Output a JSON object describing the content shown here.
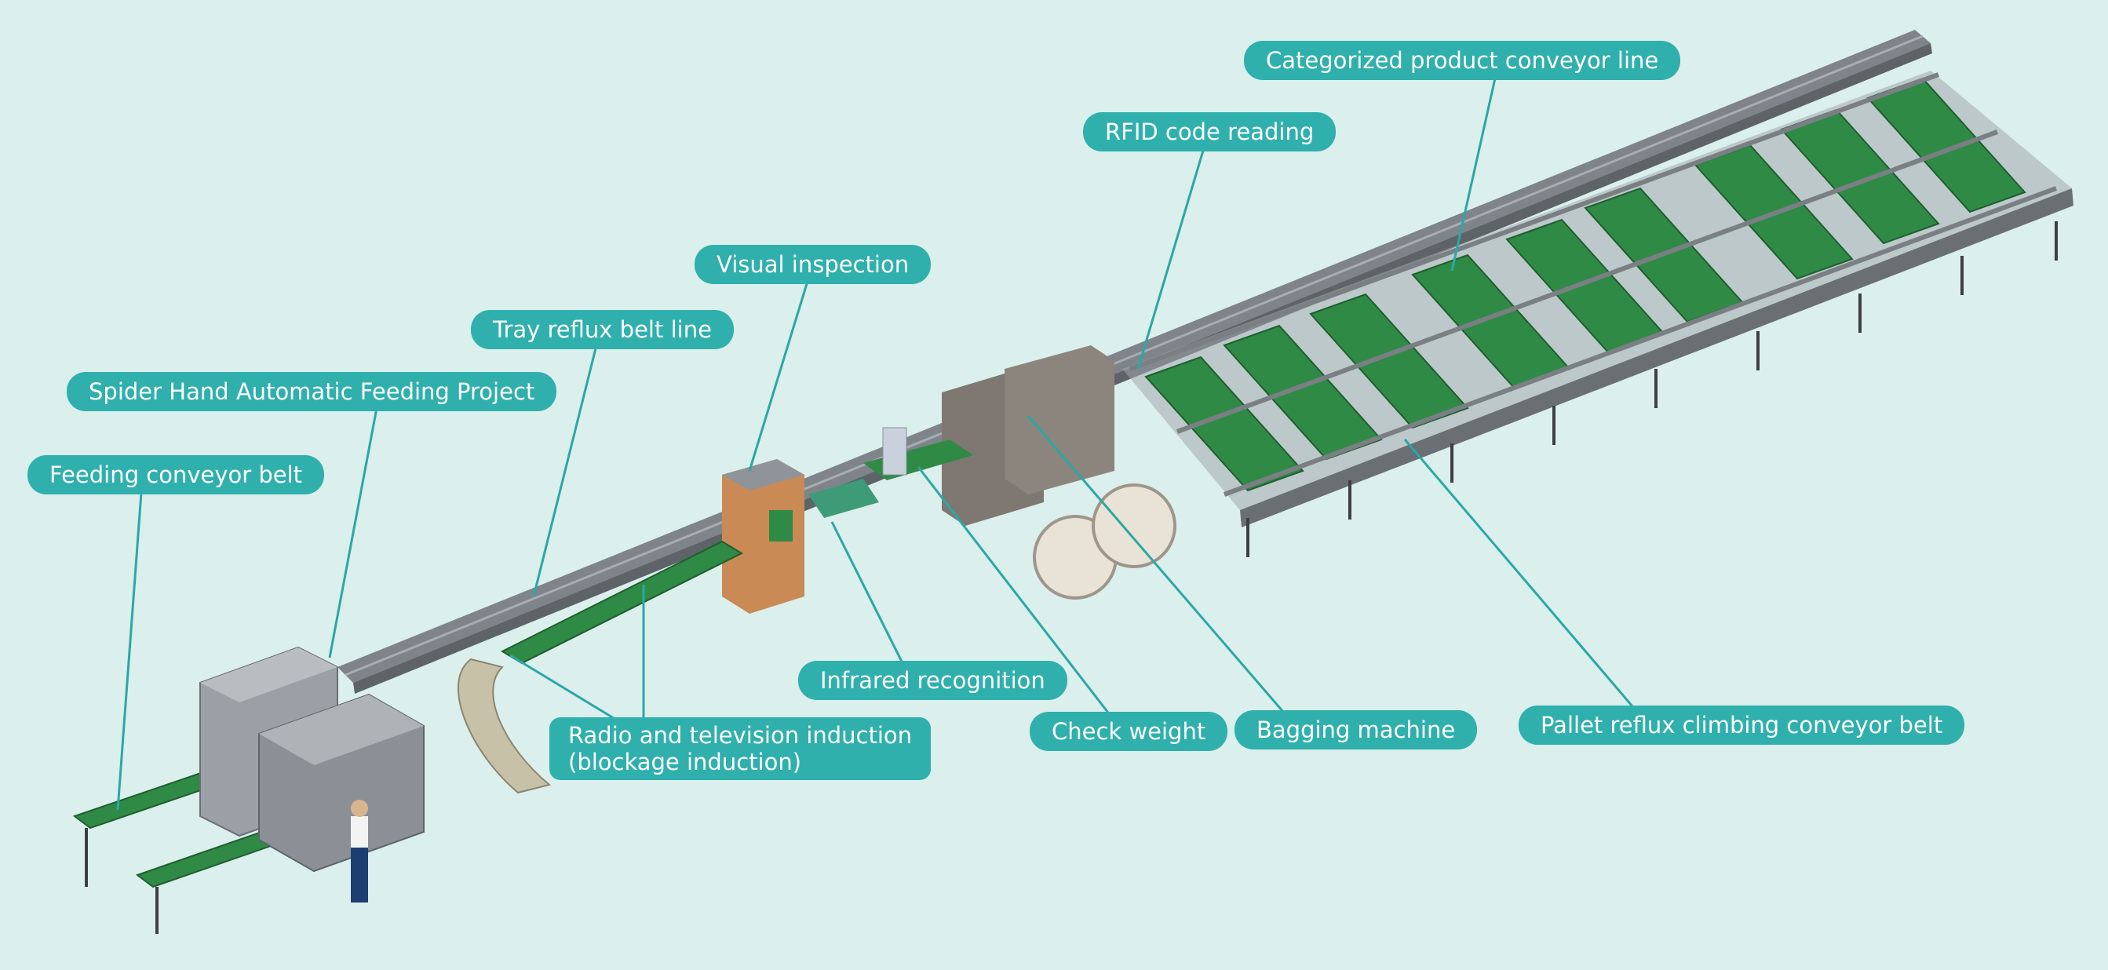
{
  "diagram": {
    "labels": {
      "feeding_conveyor_belt": "Feeding conveyor belt",
      "spider_hand": "Spider Hand Automatic Feeding Project",
      "tray_reflux": "Tray reflux belt line",
      "visual_inspection": "Visual inspection",
      "rfid": "RFID code reading",
      "categorized": "Categorized product conveyor line",
      "radio_tv_line1": "Radio and television induction",
      "radio_tv_line2": "(blockage induction)",
      "infrared": "Infrared recognition",
      "check_weight": "Check weight",
      "bagging": "Bagging machine",
      "pallet_reflux": "Pallet reflux climbing conveyor belt"
    },
    "colors": {
      "background": "#dbefec",
      "callout": "#2fb0ad",
      "leader_line": "#2aa8a5",
      "belt_green": "#2f8a45",
      "frame_gray": "#8a8f94",
      "machine_gray": "#9aa0a6",
      "cabinet_orange": "#c98a55"
    }
  }
}
